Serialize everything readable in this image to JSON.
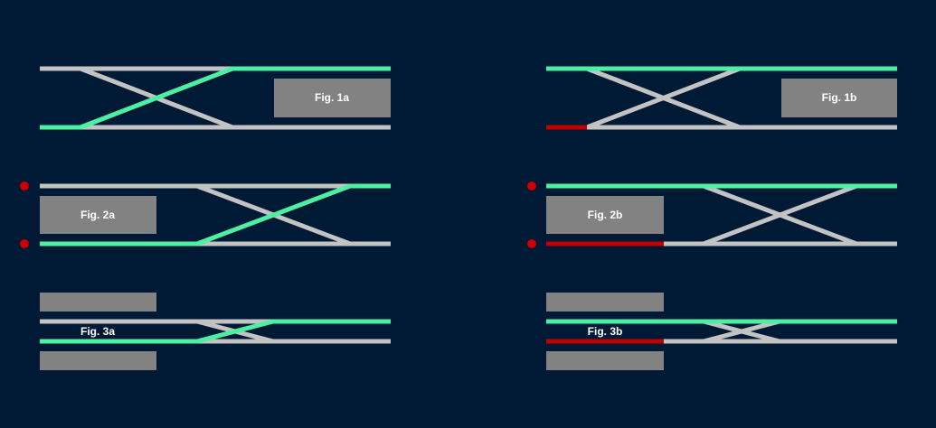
{
  "colors": {
    "background": "#001a35",
    "track_idle": "#c3c3c3",
    "track_set": "#4cf0a2",
    "track_occupied": "#c00000",
    "signal": "#cc0000",
    "platform": "#828282",
    "label_text": "#ffffff"
  },
  "figures": [
    {
      "id": "1a",
      "label": "Fig. 1a",
      "route": "diverging",
      "occupied": false,
      "signals": false,
      "platform_style": "box"
    },
    {
      "id": "1b",
      "label": "Fig. 1b",
      "route": "straight",
      "occupied": true,
      "signals": false,
      "platform_style": "box"
    },
    {
      "id": "2a",
      "label": "Fig. 2a",
      "route": "diverging",
      "occupied": false,
      "signals": true,
      "platform_style": "box"
    },
    {
      "id": "2b",
      "label": "Fig. 2b",
      "route": "straight",
      "occupied": true,
      "signals": true,
      "platform_style": "box"
    },
    {
      "id": "3a",
      "label": "Fig. 3a",
      "route": "diverging",
      "occupied": false,
      "signals": false,
      "platform_style": "split"
    },
    {
      "id": "3b",
      "label": "Fig. 3b",
      "route": "straight",
      "occupied": true,
      "signals": false,
      "platform_style": "split"
    }
  ]
}
